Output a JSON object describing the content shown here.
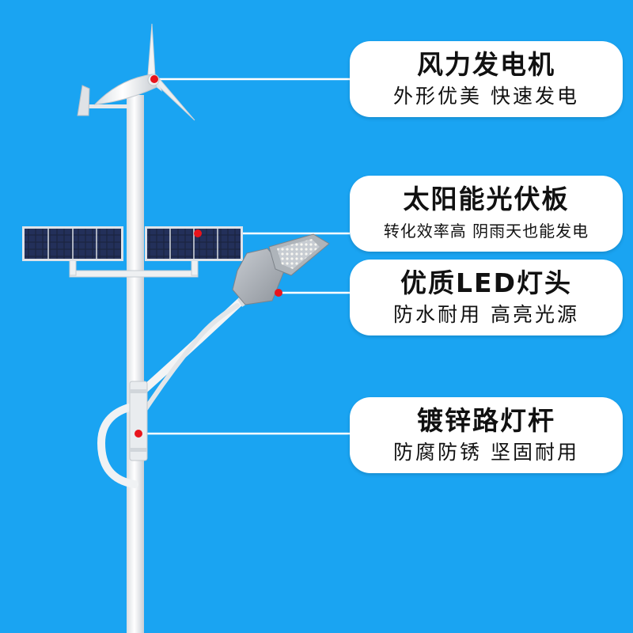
{
  "callouts": {
    "wind": {
      "title": "风力发电机",
      "subtitle": "外形优美  快速发电"
    },
    "solar": {
      "title": "太阳能光伏板",
      "subtitle": "转化效率高  阴雨天也能发电"
    },
    "led": {
      "title": "优质LED灯头",
      "subtitle": "防水耐用  高亮光源"
    },
    "pole": {
      "title": "镀锌路灯杆",
      "subtitle": "防腐防锈  坚固耐用"
    }
  },
  "colors": {
    "background": "#1aa4f2",
    "callout_bg": "#ffffff",
    "marker": "#e8141c",
    "pole": "#f4f4f4",
    "solar_cell": "#1b2440"
  }
}
